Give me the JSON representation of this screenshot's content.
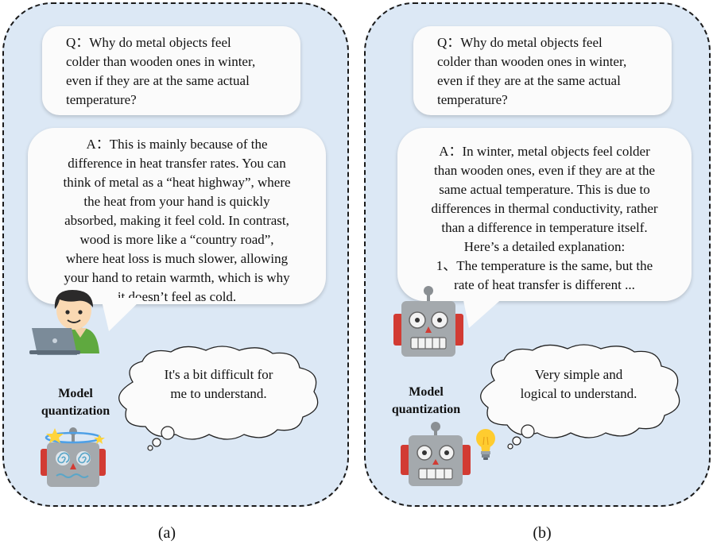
{
  "panel_a": {
    "question_lines": [
      "Q：Why do metal objects feel",
      "colder than wooden ones in winter,",
      "even if they are at the same actual",
      "temperature?"
    ],
    "answer_lines": [
      "A：This is mainly because of the",
      "difference in heat transfer rates. You can",
      "think of metal as a “heat highway”, where",
      "the heat from your hand is quickly",
      "absorbed, making it feel cold. In contrast,",
      "wood is more like a “country road”,",
      "where heat loss is much slower, allowing",
      "your hand to retain warmth, which is why",
      "it doesn’t feel as cold."
    ],
    "label_lines": [
      "Model",
      "quantization"
    ],
    "thought_lines": [
      "It's a bit difficult for",
      "me to understand."
    ],
    "caption": "(a)"
  },
  "panel_b": {
    "question_lines": [
      "Q：Why do metal objects feel",
      "colder than wooden ones in winter,",
      "even if they are at the same actual",
      "temperature?"
    ],
    "answer_lines": [
      "A：In winter, metal objects feel colder",
      "than wooden ones, even if they are at the",
      "same actual temperature. This is due to",
      "differences in thermal conductivity, rather",
      "than a difference in temperature itself.",
      "Here’s a detailed explanation:",
      "1、The temperature is the same, but the",
      "rate of heat transfer is different ..."
    ],
    "label_lines": [
      "Model",
      "quantization"
    ],
    "thought_lines": [
      "Very simple and",
      "logical to understand."
    ],
    "caption": "(b)"
  },
  "colors": {
    "panel_bg": "#dce8f5",
    "bubble_bg": "#fbfbfb",
    "robot_body": "#a4a9ad",
    "robot_ear": "#d23b33"
  },
  "icons": [
    "person-with-laptop-icon",
    "robot-icon",
    "dizzy-robot-icon",
    "light-bulb-icon",
    "thought-cloud-icon"
  ]
}
